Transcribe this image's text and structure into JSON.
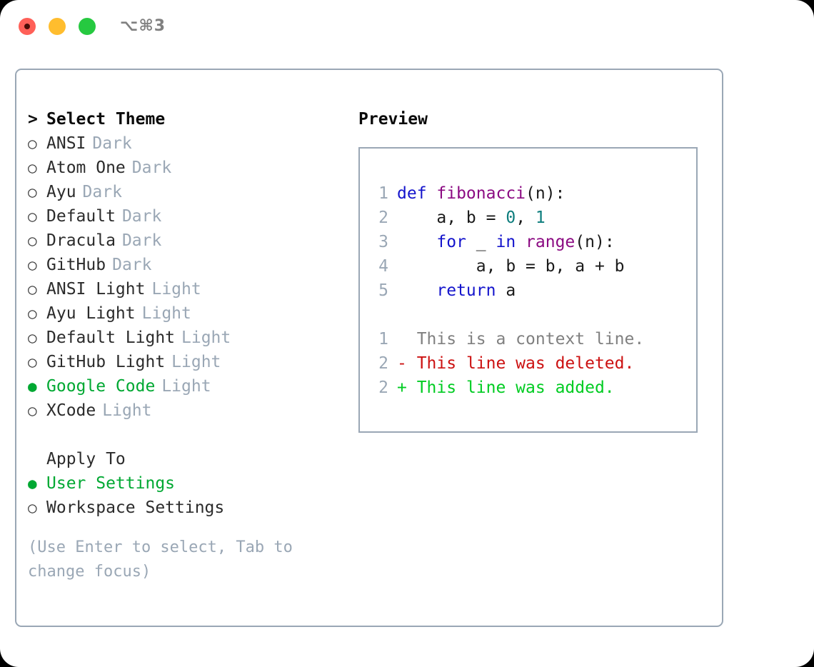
{
  "titlebar": {
    "shortcut": "⌥⌘3",
    "buttons": [
      {
        "name": "close",
        "color": "#ff6058"
      },
      {
        "name": "minimize",
        "color": "#ffbd2e"
      },
      {
        "name": "maximize",
        "color": "#26c940"
      }
    ]
  },
  "theme_picker": {
    "heading_marker": ">",
    "heading": "Select Theme",
    "selected_marker": "●",
    "unselected_marker": "○",
    "items": [
      {
        "label": "ANSI",
        "variant": "Dark",
        "selected": false
      },
      {
        "label": "Atom One",
        "variant": "Dark",
        "selected": false
      },
      {
        "label": "Ayu",
        "variant": "Dark",
        "selected": false
      },
      {
        "label": "Default",
        "variant": "Dark",
        "selected": false
      },
      {
        "label": "Dracula",
        "variant": "Dark",
        "selected": false
      },
      {
        "label": "GitHub",
        "variant": "Dark",
        "selected": false
      },
      {
        "label": "ANSI Light",
        "variant": "Light",
        "selected": false
      },
      {
        "label": "Ayu Light",
        "variant": "Light",
        "selected": false
      },
      {
        "label": "Default Light",
        "variant": "Light",
        "selected": false
      },
      {
        "label": "GitHub Light",
        "variant": "Light",
        "selected": false
      },
      {
        "label": "Google Code",
        "variant": "Light",
        "selected": true
      },
      {
        "label": "XCode",
        "variant": "Light",
        "selected": false
      }
    ]
  },
  "apply_to": {
    "heading": "Apply To",
    "items": [
      {
        "label": "User Settings",
        "selected": true
      },
      {
        "label": "Workspace Settings",
        "selected": false
      }
    ]
  },
  "hint": "(Use Enter to select, Tab to change focus)",
  "preview": {
    "title": "Preview",
    "code": [
      {
        "ln": "1",
        "tokens": [
          {
            "t": "def ",
            "c": "kw"
          },
          {
            "t": "fibonacci",
            "c": "fn"
          },
          {
            "t": "(n):",
            "c": "pl"
          }
        ]
      },
      {
        "ln": "2",
        "tokens": [
          {
            "t": "    a, b = ",
            "c": "pl"
          },
          {
            "t": "0",
            "c": "num"
          },
          {
            "t": ", ",
            "c": "pl"
          },
          {
            "t": "1",
            "c": "num"
          }
        ]
      },
      {
        "ln": "3",
        "tokens": [
          {
            "t": "    ",
            "c": "pl"
          },
          {
            "t": "for",
            "c": "kw"
          },
          {
            "t": " _ ",
            "c": "pl"
          },
          {
            "t": "in",
            "c": "kw"
          },
          {
            "t": " ",
            "c": "pl"
          },
          {
            "t": "range",
            "c": "fn"
          },
          {
            "t": "(n):",
            "c": "pl"
          }
        ]
      },
      {
        "ln": "4",
        "tokens": [
          {
            "t": "        a, b = b, a + b",
            "c": "pl"
          }
        ]
      },
      {
        "ln": "5",
        "tokens": [
          {
            "t": "    ",
            "c": "pl"
          },
          {
            "t": "return",
            "c": "kw"
          },
          {
            "t": " a",
            "c": "pl"
          }
        ]
      }
    ],
    "diff": [
      {
        "ln": "1",
        "sign": " ",
        "text": "This is a context line.",
        "kind": "ctx"
      },
      {
        "ln": "2",
        "sign": "-",
        "text": "This line was deleted.",
        "kind": "del"
      },
      {
        "ln": "2",
        "sign": "+",
        "text": "This line was added.",
        "kind": "add"
      }
    ]
  },
  "colors": {
    "accent_green": "#00a832",
    "muted": "#9aa7b5",
    "keyword": "#1414cc",
    "function": "#8b0a82",
    "number": "#0d7d7d",
    "diff_delete": "#cc1111",
    "diff_add": "#00cc22",
    "border": "#9aa7b5"
  }
}
